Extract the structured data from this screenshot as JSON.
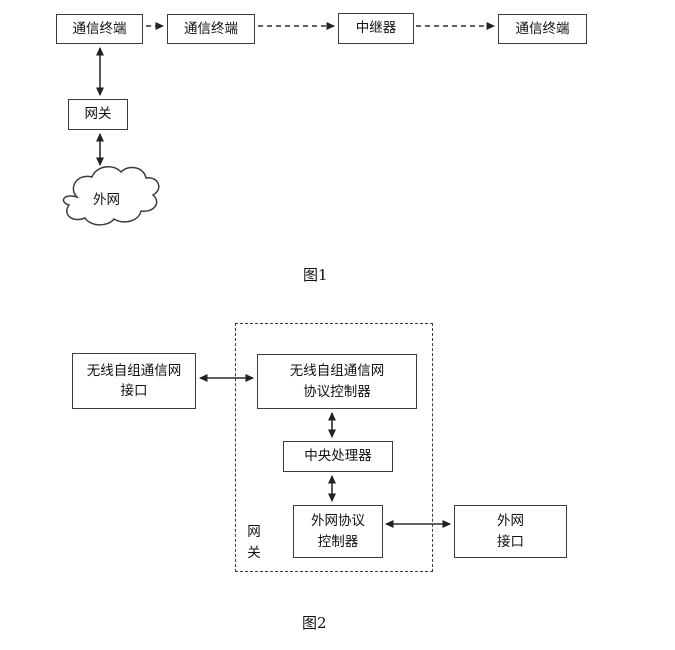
{
  "figure1": {
    "caption": "图1",
    "terminal1": "通信终端",
    "terminal2": "通信终端",
    "repeater": "中继器",
    "terminal3": "通信终端",
    "gateway": "网关",
    "cloud": "外网"
  },
  "figure2": {
    "caption": "图2",
    "adhoc_interface": "无线自组通信网\n接口",
    "adhoc_protocol_controller": "无线自组通信网\n协议控制器",
    "cpu": "中央处理器",
    "extnet_protocol_controller": "外网协议\n控制器",
    "extnet_interface": "外网\n接口",
    "gateway_label": "网\n关"
  },
  "colors": {
    "line": "#3c3c3c",
    "text": "#111111",
    "background": "#ffffff"
  }
}
